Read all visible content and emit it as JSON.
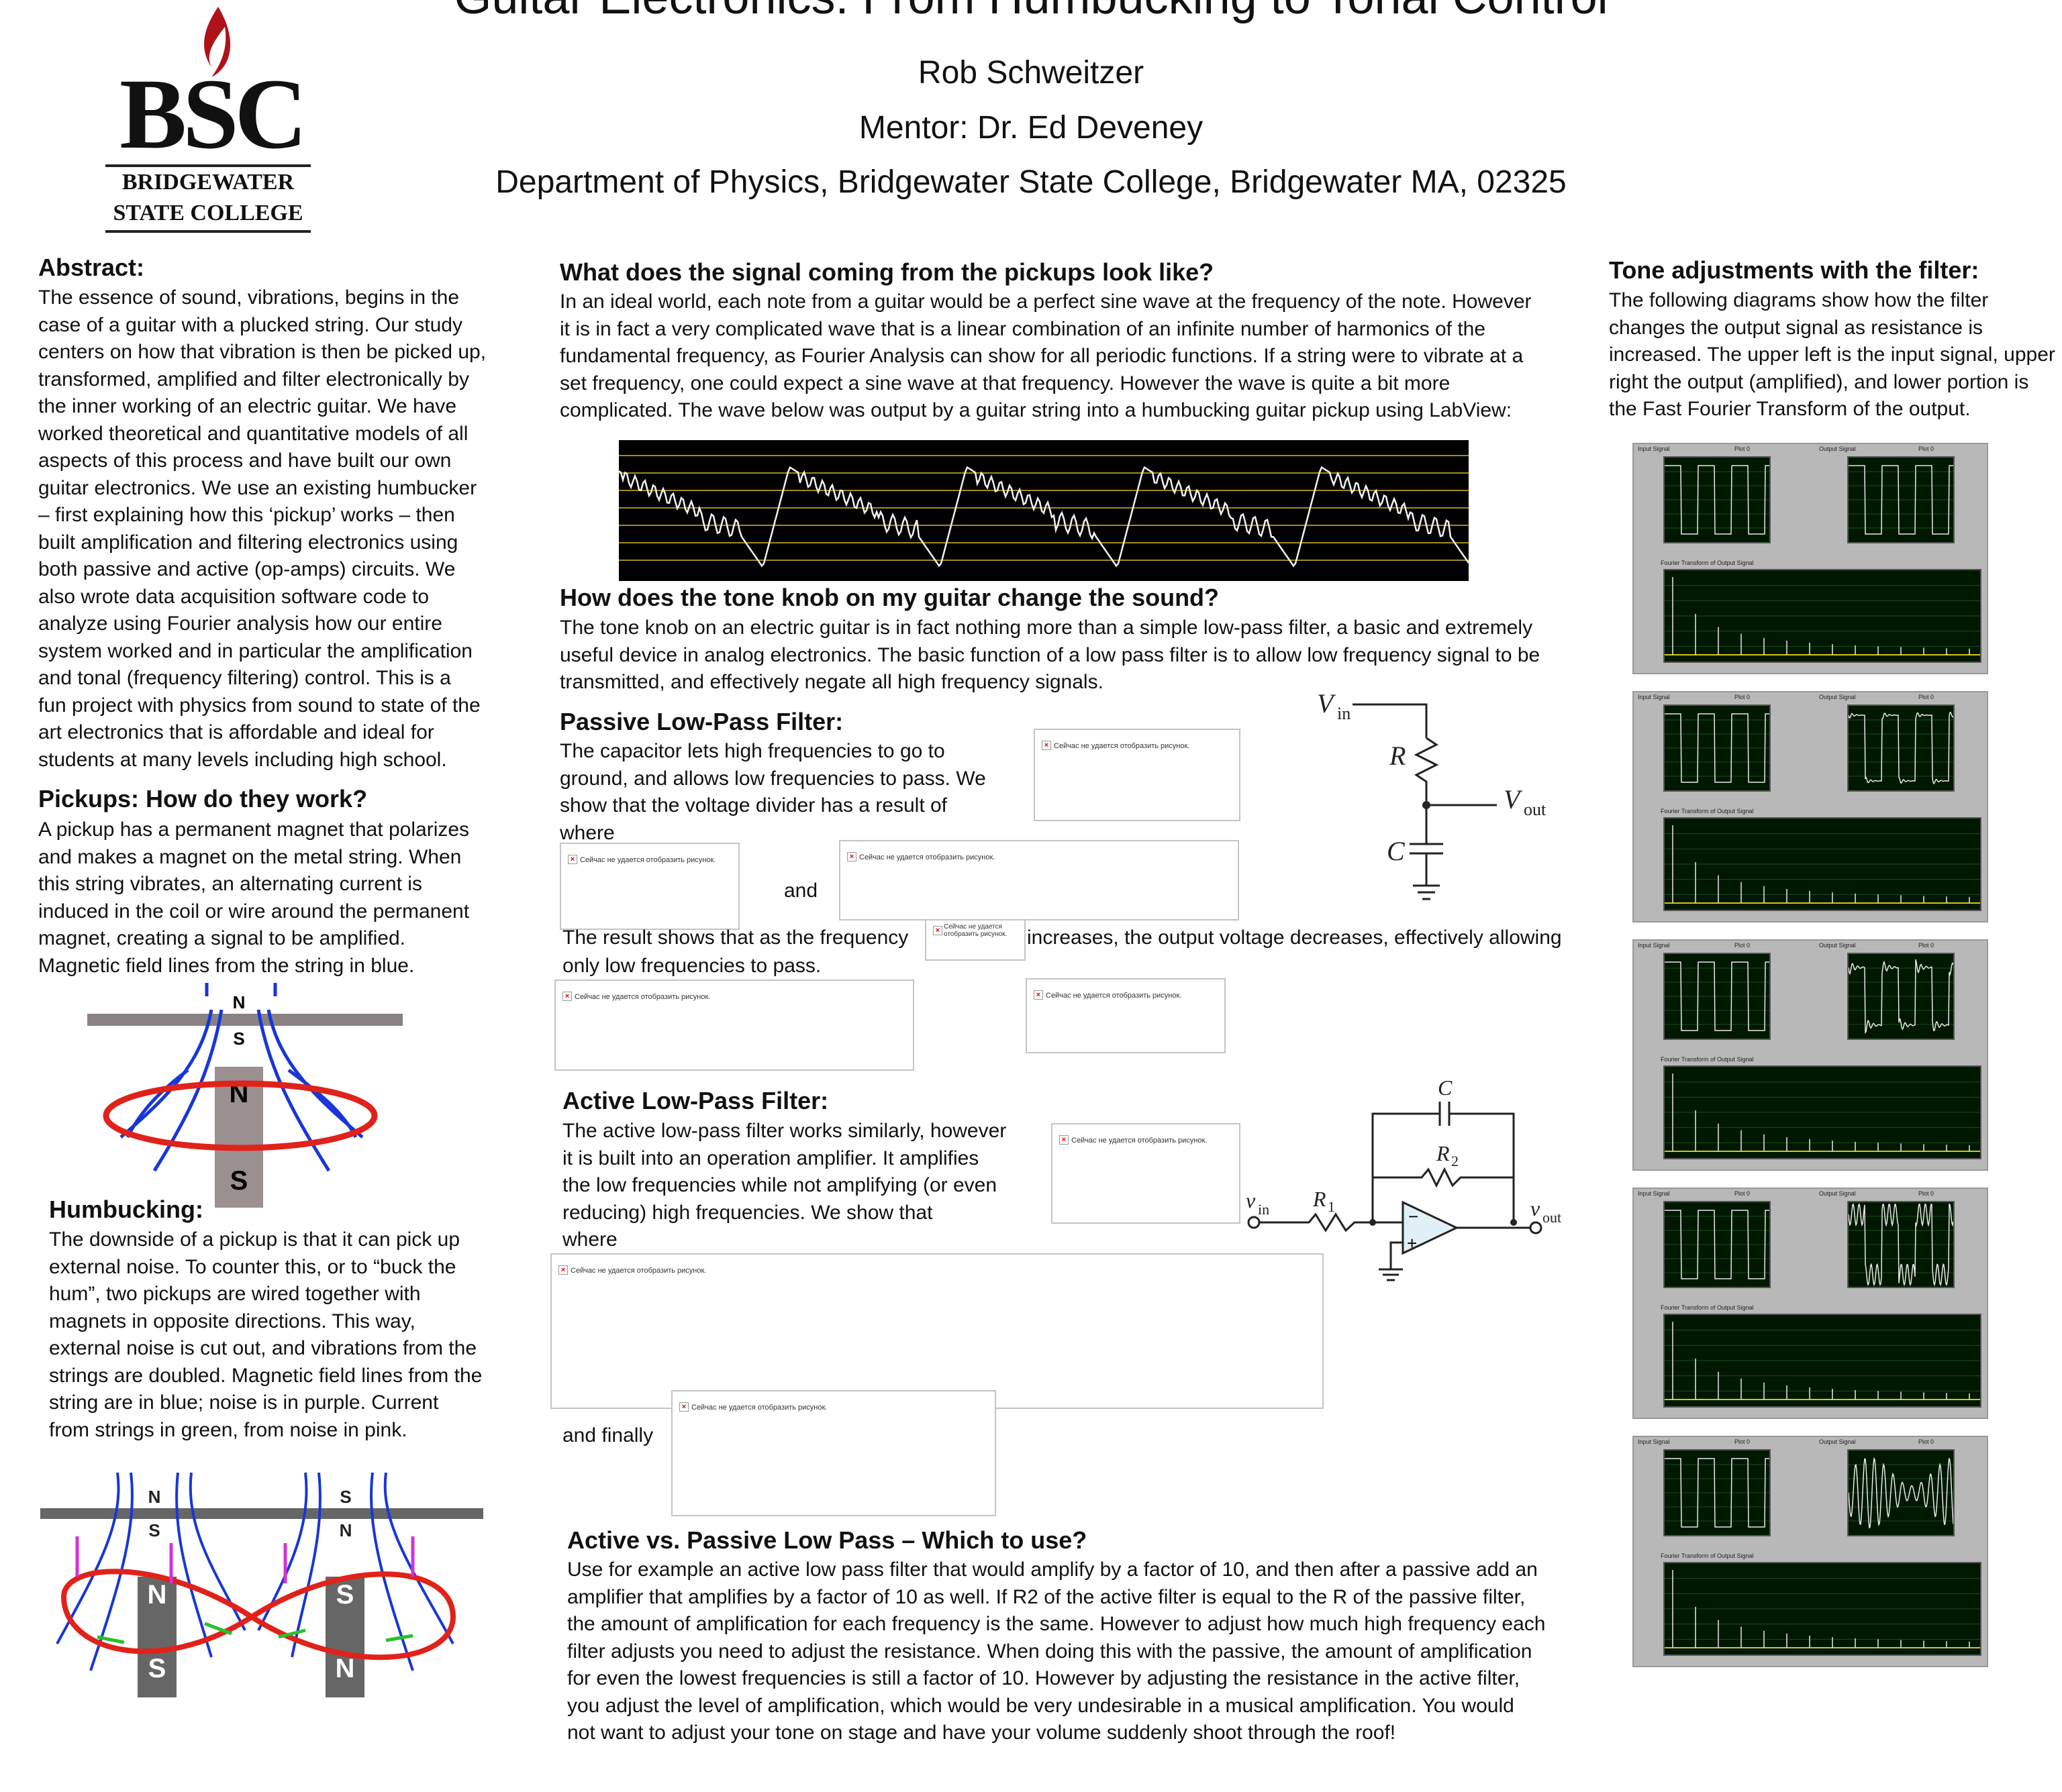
{
  "header": {
    "title": "Guitar Electronics: From Humbucking to Tonal Control",
    "author": "Rob Schweitzer",
    "mentor": "Mentor: Dr. Ed Deveney",
    "department": "Department of Physics, Bridgewater State College, Bridgewater MA, 02325",
    "logo_letters": "BSC",
    "logo_line1": "BRIDGEWATER",
    "logo_line2": "STATE COLLEGE"
  },
  "abstract": {
    "heading": "Abstract:",
    "lines": [
      "The essence of sound, vibrations, begins in the",
      "case of a guitar with a plucked string.  Our study",
      "centers on how that vibration is then be picked up,",
      "transformed, amplified and filter electronically by",
      "the inner working of an electric guitar.  We have",
      "worked theoretical and quantitative models of all",
      "aspects of this process and have built our own",
      "guitar electronics.  We use an existing humbucker",
      "– first explaining how this ‘pickup’ works – then",
      "built amplification and filtering electronics using",
      "both passive and active (op-amps) circuits.  We",
      "also wrote data acquisition software code to",
      "analyze using Fourier analysis how our entire",
      "system worked and in particular the amplification",
      "and tonal (frequency filtering) control.  This is a",
      "fun project with physics from sound to state of the",
      "art electronics that is affordable and ideal for",
      "students at many levels including high school."
    ]
  },
  "pickups": {
    "heading": "Pickups: How do they work?",
    "lines": [
      "A pickup has a permanent magnet that polarizes",
      "and makes a magnet on the metal string.  When",
      "this string vibrates, an alternating current is",
      "induced in the coil or wire around the permanent",
      "magnet, creating a signal to be amplified.",
      "Magnetic field lines from the string in blue."
    ],
    "fig": {
      "n_top": "N",
      "s_top": "S",
      "n_mag": "N",
      "s_mag": "S"
    }
  },
  "humbucking": {
    "heading": "Humbucking:",
    "lines": [
      "The downside of a pickup is that it can pick up",
      "external noise.  To counter this, or to “buck the",
      "hum”, two pickups are wired together with",
      "magnets in opposite directions.  This way,",
      "external noise is cut out, and vibrations from the",
      "strings are doubled. Magnetic field lines from the",
      "string are in blue; noise is in purple.  Current",
      "from strings in green, from noise in pink."
    ],
    "fig": {
      "l_top_n": "N",
      "l_top_s": "S",
      "r_top_s": "S",
      "r_top_n": "N",
      "l_mag_top": "N",
      "l_mag_bot": "S",
      "r_mag_top": "S",
      "r_mag_bot": "N"
    }
  },
  "signal": {
    "heading": "What does the signal coming from the pickups look like?",
    "lines": [
      "In an ideal world, each note from a guitar would be a perfect sine wave at the frequency of the note.  However",
      "it is in fact a very complicated wave that is a linear combination of an infinite number of harmonics of the",
      "fundamental frequency, as Fourier Analysis can show for all periodic functions.  If a string were to vibrate at a",
      "set frequency, one could expect a sine wave at that frequency.  However the wave is quite a bit more",
      "complicated.  The wave below was output by a guitar string into a humbucking guitar pickup using LabView:"
    ]
  },
  "tone_knob": {
    "heading": "How does the tone knob on my guitar change the sound?",
    "lines": [
      "The tone knob on an electric guitar is in fact nothing more than a simple low-pass filter, a basic and extremely",
      "useful device in analog electronics.  The basic function of a low pass filter is to allow low frequency signal to be",
      "transmitted, and effectively negate all high frequency signals."
    ]
  },
  "passive": {
    "heading": "Passive Low-Pass Filter:",
    "lines": [
      "The capacitor lets high frequencies to go to",
      "ground, and allows low frequencies to pass.  We",
      "show that the voltage divider has a result of",
      "where"
    ],
    "and": "and",
    "result_before": "The result shows that as the frequency",
    "result_after": "increases, the output voltage decreases, effectively allowing",
    "result_line2": "only low frequencies to pass.",
    "circuit": {
      "vin": "V",
      "vin_sub": "in",
      "r": "R",
      "vout": "V",
      "vout_sub": "out",
      "c": "C"
    }
  },
  "active": {
    "heading": "Active Low-Pass Filter:",
    "lines": [
      "The active low-pass filter works similarly, however",
      "it is built into an operation amplifier.  It amplifies",
      "the low frequencies while not amplifying (or even",
      "reducing) high frequencies. We show that",
      "where"
    ],
    "and_finally": "and finally",
    "circuit": {
      "c": "C",
      "r2": "R",
      "r2_sub": "2",
      "r1": "R",
      "r1_sub": "1",
      "vin": "v",
      "vin_sub": "in",
      "vout": "v",
      "vout_sub": "out",
      "minus": "−",
      "plus": "+"
    }
  },
  "versus": {
    "heading": "Active vs. Passive Low Pass – Which to use?",
    "lines": [
      "Use for example an active low pass filter that would amplify by a factor of 10, and then after a passive add an",
      "amplifier that amplifies by a factor of 10 as well.  If R2 of the active filter is equal to the R of the passive filter,",
      "the amount of amplification for each frequency is the same.  However to adjust how much high frequency each",
      "filter adjusts you need to adjust the resistance.  When doing this with the passive, the amount of amplification",
      "for even the lowest frequencies is still a factor of 10.  However by adjusting the resistance in the active filter,",
      "you adjust the level of amplification, which would be very undesirable in a musical amplification.  You would",
      "not want to adjust your tone on stage and have your volume suddenly shoot through the roof!"
    ]
  },
  "tone_adj": {
    "heading": "Tone adjustments with the filter:",
    "lines": [
      "The following diagrams show how the filter",
      "changes the output signal as resistance is",
      "increased.  The upper left is the input signal, upper",
      "right the output (amplified), and lower portion is",
      "the Fast Fourier Transform of the output."
    ],
    "panel_labels": {
      "input": "Input Signal",
      "output": "Output Signal",
      "fft": "Fourier Transform of Output Signal",
      "plot": "Plot 0"
    },
    "panels": [
      {
        "output_wave": "square"
      },
      {
        "output_wave": "square-ringing"
      },
      {
        "output_wave": "ringing"
      },
      {
        "output_wave": "ringing-strong"
      },
      {
        "output_wave": "oscillation"
      }
    ]
  },
  "broken_image_text": "Сейчас не удается отобразить рисунок."
}
